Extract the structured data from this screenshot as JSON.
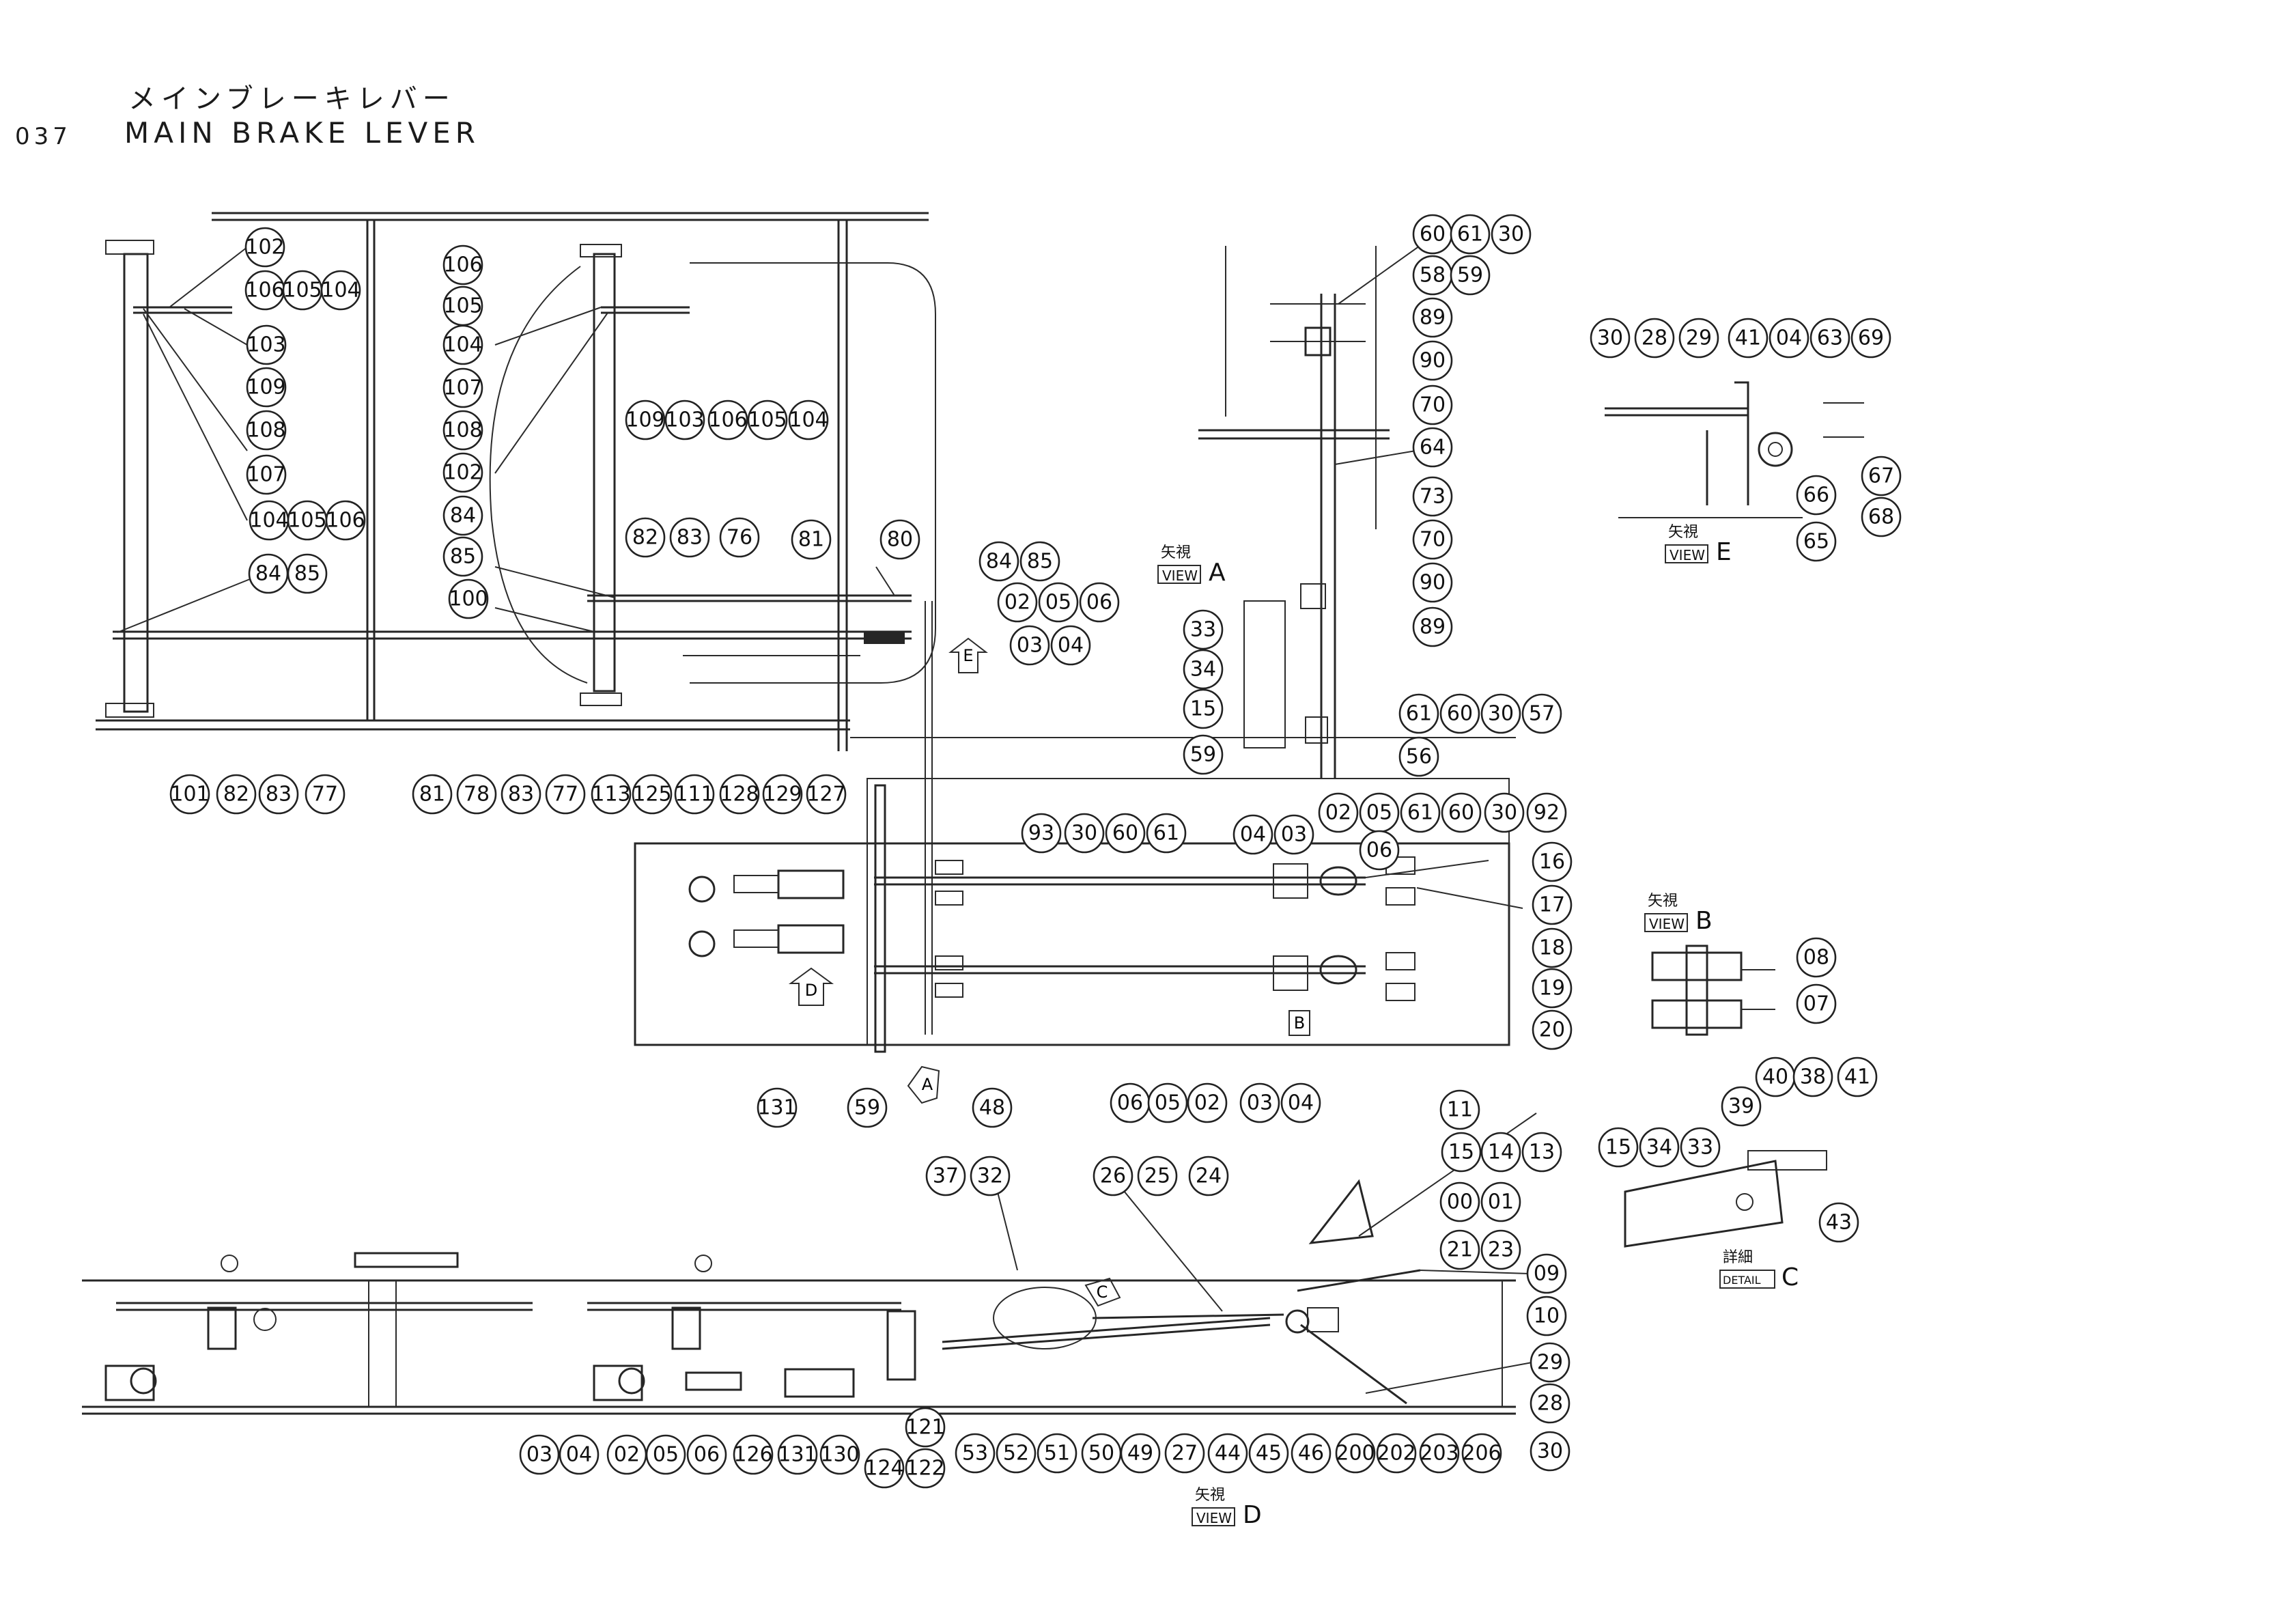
{
  "header": {
    "title_jp": "メインブレーキレバー",
    "page_number": "037",
    "title_en": "MAIN BRAKE LEVER"
  },
  "view_labels": [
    {
      "jp": "矢視",
      "en": "VIEW",
      "letter": "A"
    },
    {
      "jp": "矢視",
      "en": "VIEW",
      "letter": "E"
    },
    {
      "jp": "矢視",
      "en": "VIEW",
      "letter": "B"
    },
    {
      "jp": "詳細",
      "en": "DETAIL",
      "letter": "C"
    },
    {
      "jp": "矢視",
      "en": "VIEW",
      "letter": "D"
    }
  ],
  "arrow_markers": [
    "E",
    "D",
    "A",
    "B",
    "C"
  ],
  "part_callouts": [
    "102",
    "106",
    "105",
    "104",
    "103",
    "109",
    "108",
    "107",
    "104",
    "105",
    "106",
    "84",
    "85",
    "101",
    "82",
    "83",
    "77",
    "106",
    "105",
    "104",
    "107",
    "108",
    "102",
    "84",
    "85",
    "100",
    "109",
    "103",
    "106",
    "105",
    "104",
    "82",
    "83",
    "76",
    "81",
    "80",
    "84",
    "85",
    "02",
    "05",
    "06",
    "03",
    "04",
    "81",
    "78",
    "83",
    "77",
    "113",
    "125",
    "111",
    "128",
    "129",
    "127",
    "131",
    "59",
    "48",
    "93",
    "30",
    "60",
    "61",
    "04",
    "03",
    "02",
    "05",
    "61",
    "60",
    "30",
    "92",
    "06",
    "16",
    "17",
    "18",
    "19",
    "20",
    "06",
    "05",
    "02",
    "03",
    "04",
    "60",
    "61",
    "30",
    "58",
    "59",
    "89",
    "90",
    "70",
    "64",
    "73",
    "70",
    "90",
    "89",
    "33",
    "34",
    "15",
    "59",
    "61",
    "60",
    "30",
    "57",
    "56",
    "30",
    "28",
    "29",
    "41",
    "04",
    "63",
    "69",
    "67",
    "68",
    "66",
    "65",
    "08",
    "07",
    "40",
    "38",
    "41",
    "39",
    "15",
    "34",
    "33",
    "43",
    "11",
    "15",
    "14",
    "13",
    "00",
    "01",
    "21",
    "23",
    "09",
    "10",
    "29",
    "28",
    "30",
    "37",
    "32",
    "26",
    "25",
    "24",
    "03",
    "04",
    "02",
    "05",
    "06",
    "126",
    "131",
    "130",
    "121",
    "124",
    "122",
    "53",
    "52",
    "51",
    "50",
    "49",
    "27",
    "44",
    "45",
    "46",
    "200",
    "202",
    "203",
    "206"
  ]
}
